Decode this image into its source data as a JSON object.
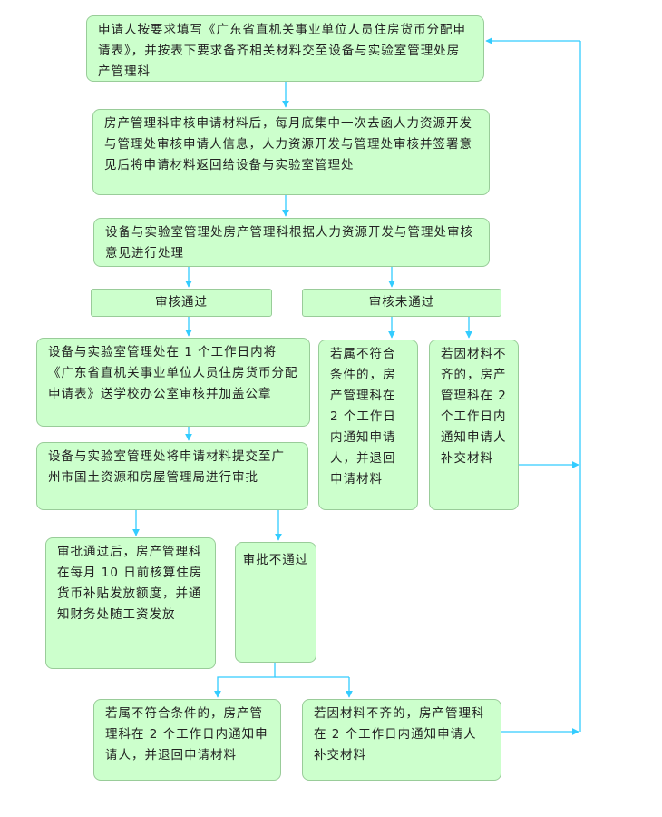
{
  "steps": {
    "s1": "申请人按要求填写《广东省直机关事业单位人员住房货币分配申请表》，并按表下要求备齐相关材料交至设备与实验室管理处房产管理科",
    "s2": "房产管理科审核申请材料后，每月底集中一次去函人力资源开发与管理处审核申请人信息，人力资源开发与管理处审核并签署意见后将申请材料返回给设备与实验室管理处",
    "s3": "设备与实验室管理处房产管理科根据人力资源开发与管理处审核意见进行处理",
    "pass": "审核通过",
    "fail": "审核未通过",
    "pass_step1": "设备与实验室管理处在 1 个工作日内将《广东省直机关事业单位人员住房货币分配申请表》送学校办公室审核并加盖公章",
    "pass_step2": "设备与实验室管理处将申请材料提交至广州市国土资源和房屋管理局进行审批",
    "fail_a": "若属不符合条件的，房产管理科在 2 个工作日内通知申请人，并退回申请材料",
    "fail_b": "若因材料不齐的，房产管理科在 2 个工作日内通知申请人补交材料",
    "approved": "审批通过后，房产管理科在每月 10 日前核算住房货币补贴发放额度，并通知财务处随工资发放",
    "rejected": "审批不通过",
    "rejected_a": "若属不符合条件的，房产管理科在 2 个工作日内通知申请人，并退回申请材料",
    "rejected_b": "若因材料不齐的，房产管理科在 2 个工作日内通知申请人补交材料"
  },
  "colors": {
    "box_fill": "#ccffcc",
    "box_border": "#99cc99",
    "arrow": "#33ccff"
  }
}
